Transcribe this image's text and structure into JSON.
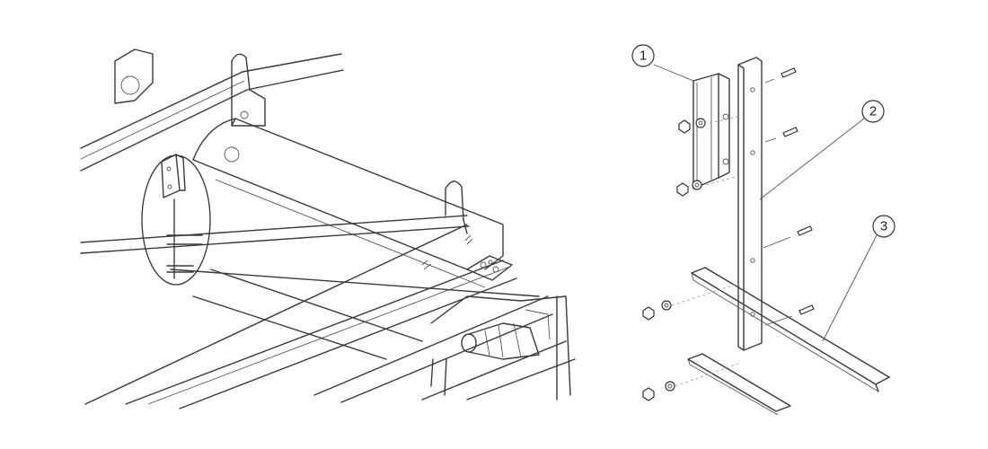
{
  "callouts": [
    {
      "number": "1",
      "part": "bracket"
    },
    {
      "number": "2",
      "part": "vertical-post"
    },
    {
      "number": "3",
      "part": "horizontal-strap"
    }
  ]
}
